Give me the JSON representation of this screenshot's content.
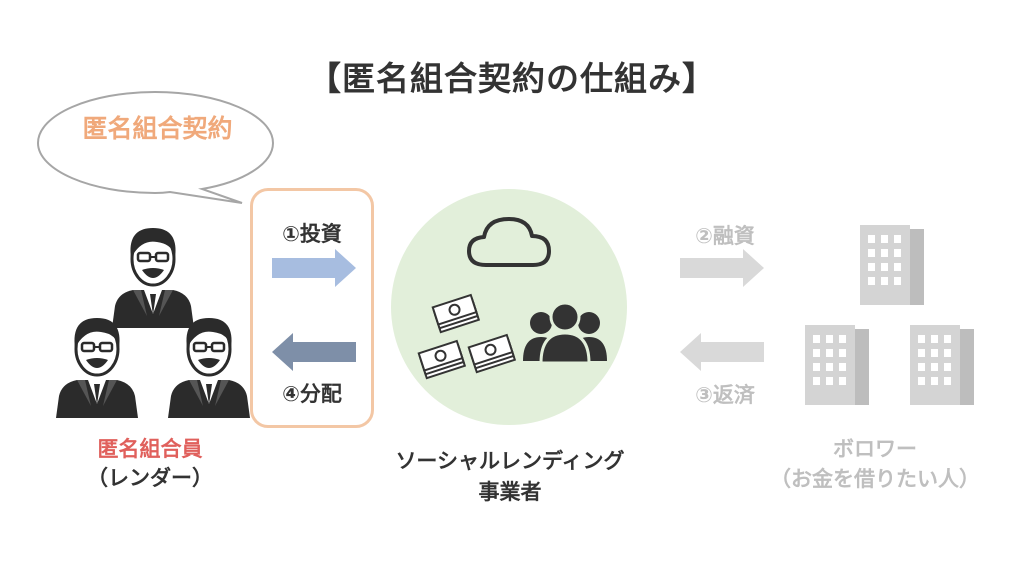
{
  "title": "【匿名組合契約の仕組み】",
  "bubble": "匿名組合契約",
  "lender": {
    "label": "匿名組合員",
    "sub": "（レンダー）"
  },
  "operator": {
    "line1": "ソーシャルレンディング",
    "line2": "事業者"
  },
  "borrower": {
    "label": "ボロワー",
    "sub": "（お金を借りたい人）"
  },
  "flows": {
    "invest": "①投資",
    "loan": "②融資",
    "repay": "③返済",
    "distribute": "④分配"
  },
  "colors": {
    "bubble_text": "#f0a97b",
    "box_border": "#f3c7a5",
    "lender_label": "#e0605c",
    "circle": "#e2efda",
    "arrow_invest": "#a7bde0",
    "arrow_distribute": "#7e8fa8",
    "gray": "#bfbfbf",
    "dark": "#333333"
  },
  "icons": [
    "speech-bubble-icon",
    "businessman-icon",
    "cloud-icon",
    "money-icon",
    "people-group-icon",
    "arrow-right-icon",
    "arrow-left-icon",
    "building-icon"
  ]
}
